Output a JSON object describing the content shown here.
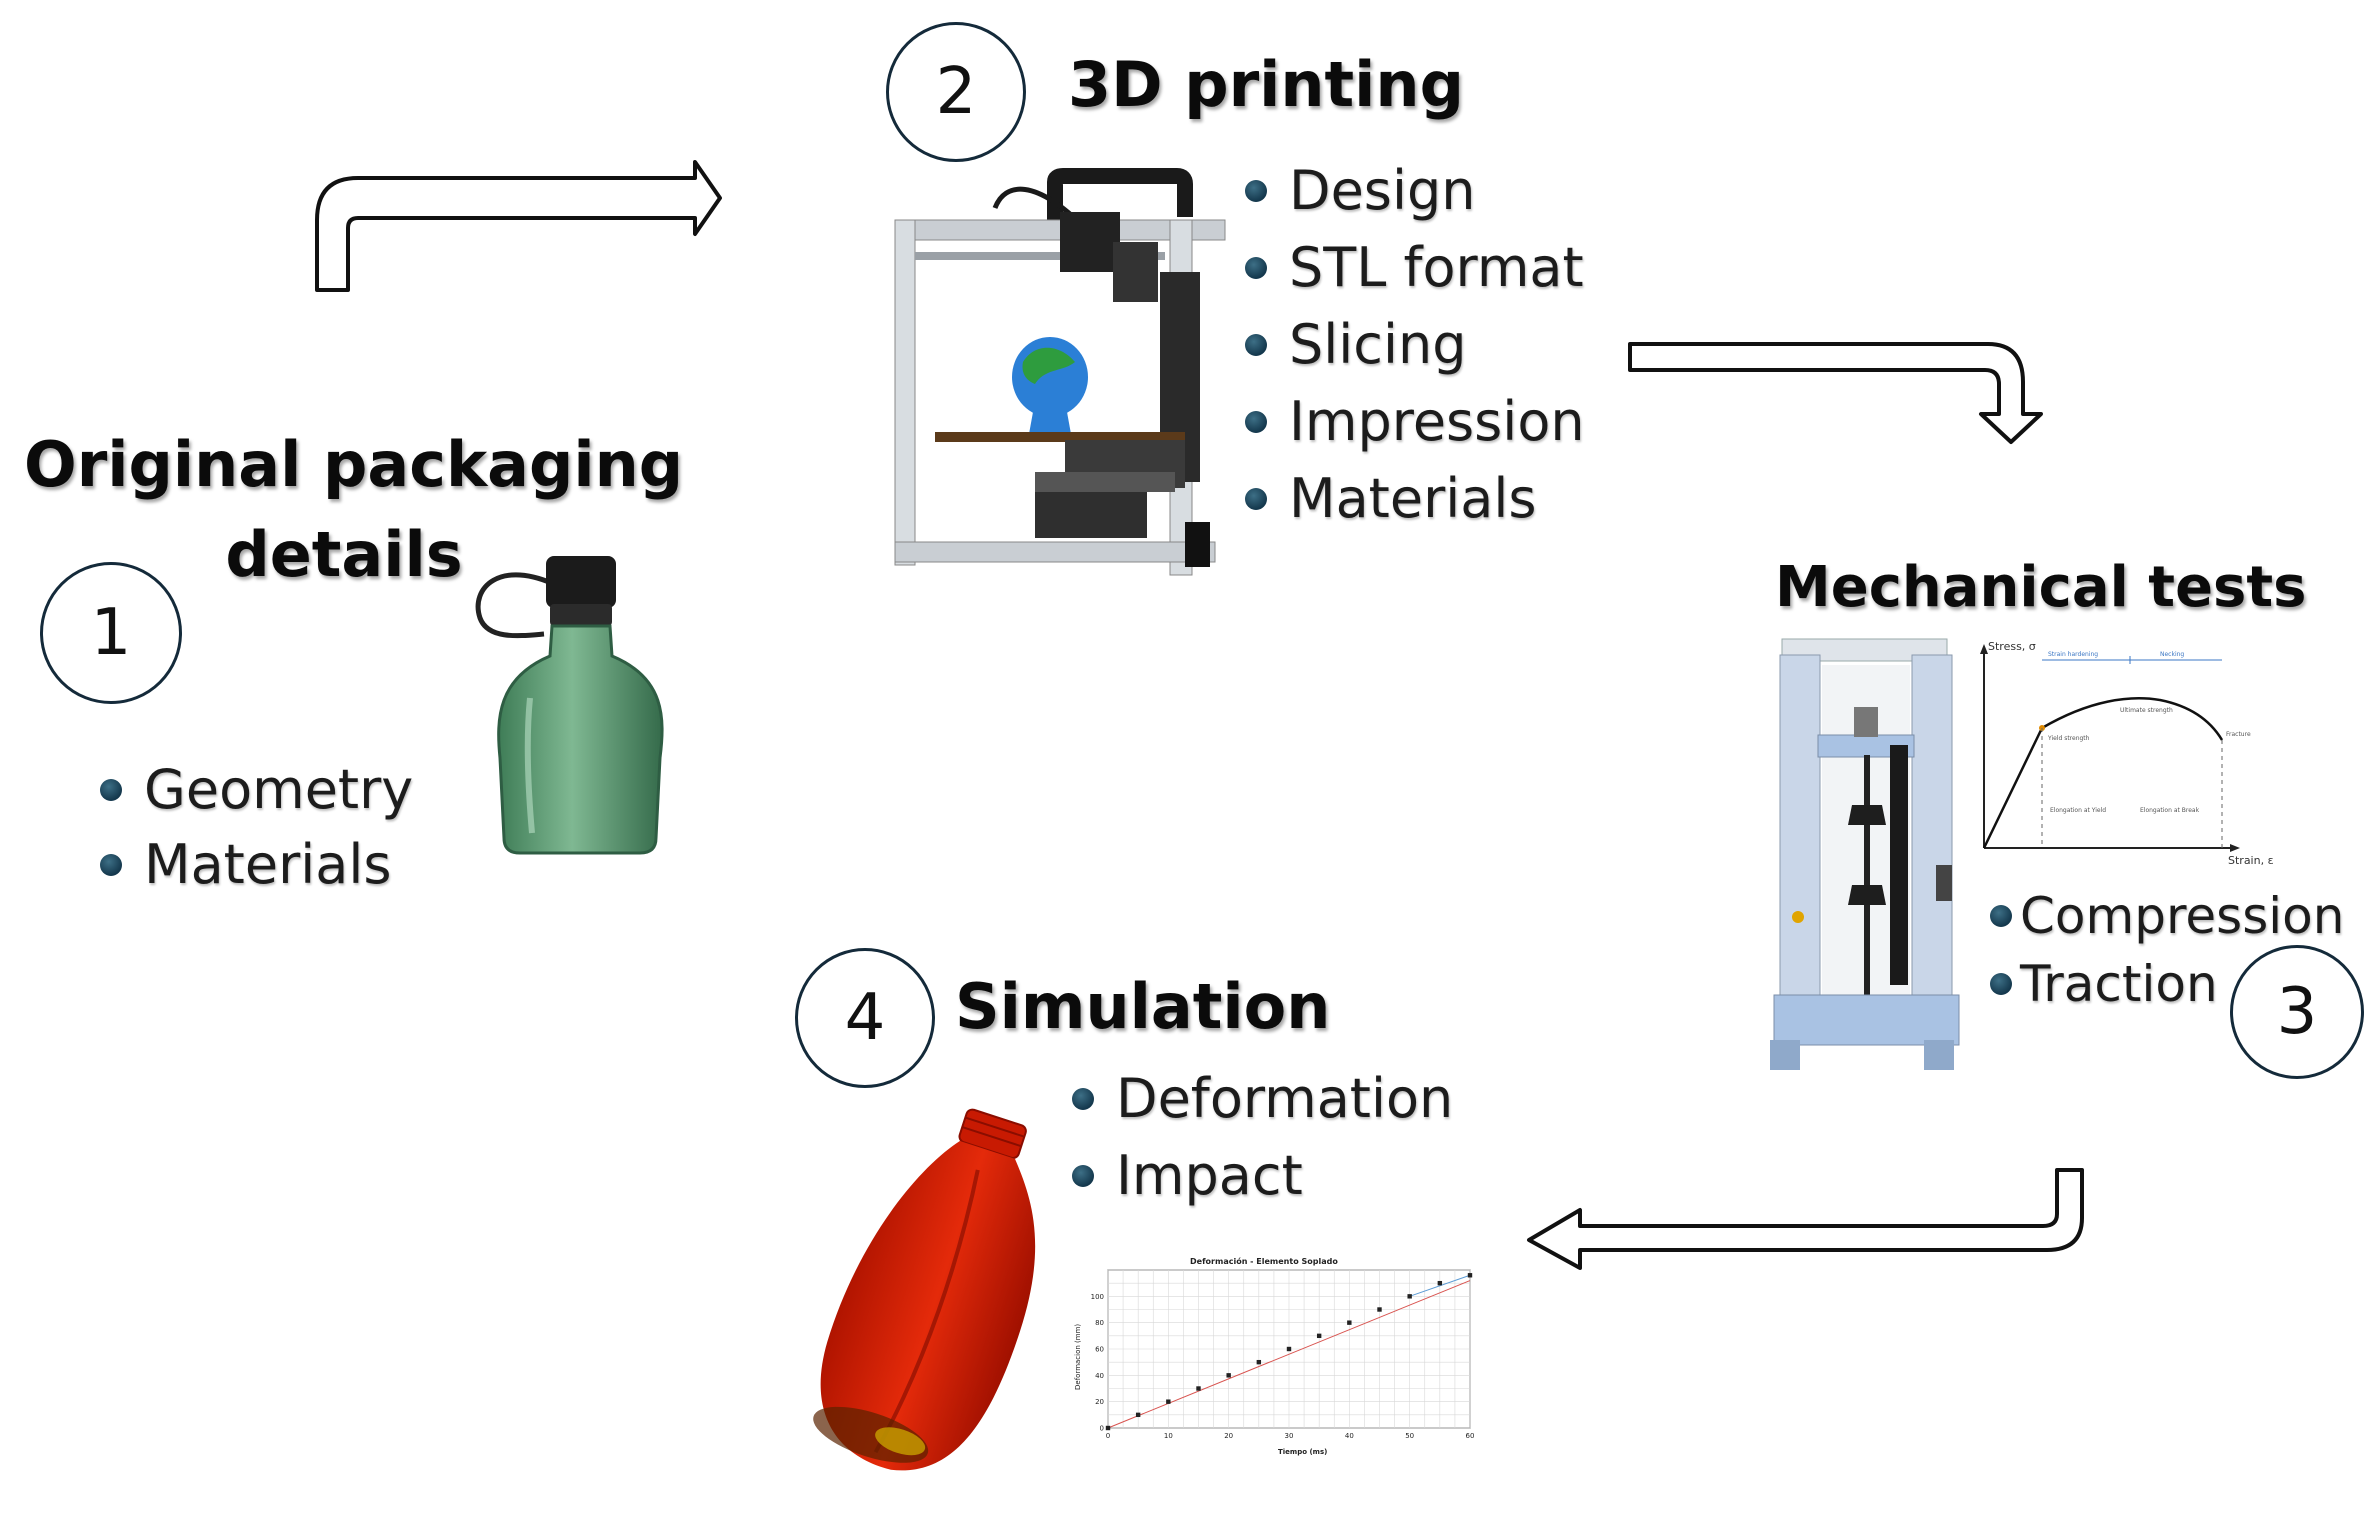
{
  "steps": [
    {
      "number": "1",
      "title_line1": "Original packaging",
      "title_line2": "details",
      "items": [
        "Geometry",
        "Materials"
      ]
    },
    {
      "number": "2",
      "title": "3D printing",
      "items": [
        "Design",
        "STL format",
        "Slicing",
        "Impression",
        "Materials"
      ]
    },
    {
      "number": "3",
      "title": "Mechanical tests",
      "items": [
        "Compression",
        "Traction"
      ]
    },
    {
      "number": "4",
      "title": "Simulation",
      "items": [
        "Deformation",
        "Impact"
      ]
    }
  ],
  "stress_strain": {
    "y_label": "Stress, σ",
    "x_label": "Strain, ε",
    "region_labels": [
      "Strain hardening",
      "Necking"
    ],
    "point_labels": [
      "Yield strength",
      "Ultimate strength",
      "Fracture"
    ],
    "bottom_labels": [
      "Elongation at Yield",
      "Elongation at Break"
    ]
  },
  "chart_data": {
    "type": "line",
    "title": "Deformación - Elemento Soplado",
    "xlabel": "Tiempo (ms)",
    "ylabel": "Deformacion (mm)",
    "xlim": [
      0,
      60
    ],
    "ylim": [
      0,
      120
    ],
    "x_ticks": [
      0,
      10,
      20,
      30,
      40,
      50,
      60
    ],
    "y_ticks": [
      0,
      20,
      40,
      60,
      80,
      100
    ],
    "series": [
      {
        "x": [
          0,
          5,
          10,
          15,
          20,
          25,
          30,
          35,
          40,
          45,
          50,
          55,
          60
        ],
        "values": [
          0,
          10,
          20,
          30,
          40,
          50,
          60,
          70,
          80,
          90,
          100,
          110,
          116
        ]
      }
    ],
    "colors": {
      "points": "#222222",
      "fit_line_1": "#d9534f",
      "fit_line_2": "#5b9bd5"
    }
  },
  "colors": {
    "circle_border": "#142a3a",
    "bullet": "#1d4a63",
    "bottle_green": "#4f8f6a",
    "bottle_red": "#d21a00",
    "machine_blue": "#a9c2e3"
  }
}
